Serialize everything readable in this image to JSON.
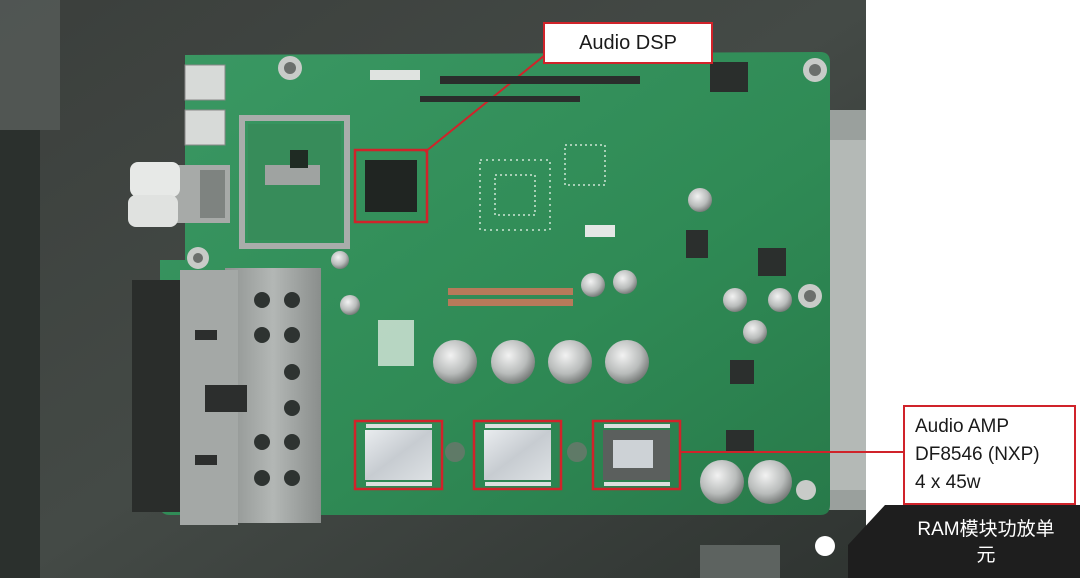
{
  "annotations": {
    "dsp_label": "Audio DSP",
    "amp_lines": [
      "Audio AMP",
      "DF8546 (NXP)",
      "4 x 45w"
    ],
    "ram_badge_lines": [
      "RAM模块功放单",
      "元"
    ]
  },
  "colors": {
    "pcb": "#2f8a55",
    "highlight": "#d0232a",
    "badge_bg": "#1e1e1e"
  }
}
